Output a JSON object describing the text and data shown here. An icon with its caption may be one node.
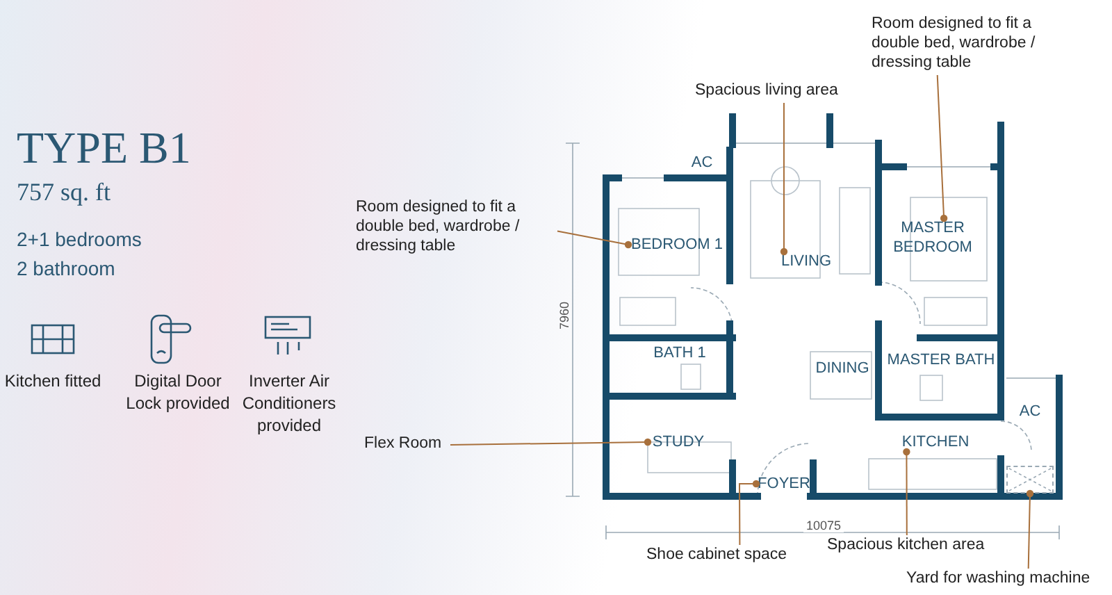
{
  "diagram": {
    "title": "TYPE B1",
    "nodes": [
      {
        "text": [
          "Room designed to fit a double bed, wardrobe / dressing table"
        ]
      },
      {
        "text": [
          "Spacious living area"
        ]
      },
      {
        "text": [
          "Room designed to fit a double bed, wardrobe / dressing table"
        ]
      },
      {
        "text": [
          "AC"
        ]
      },
      {
        "text": [
          "BEDROOM 1"
        ]
      },
      {
        "text": [
          "LIVING"
        ]
      },
      {
        "text": [
          "MASTER BEDROOM"
        ]
      },
      {
        "text": [
          "BATH 1"
        ]
      },
      {
        "text": [
          "DINING"
        ]
      },
      {
        "text": [
          "MASTER BATH"
        ]
      },
      {
        "text": [
          "AC"
        ]
      },
      {
        "text": [
          "STUDY"
        ]
      },
      {
        "text": [
          "KITCHEN"
        ]
      },
      {
        "text": [
          "FOYER"
        ]
      },
      {
        "text": [],
        "shape": "box"
      },
      {
        "text": [
          "Flex Room"
        ]
      },
      {
        "text": [
          "Shoe cabinet space"
        ]
      },
      {
        "text": [
          "Spacious kitchen area"
        ]
      },
      {
        "text": [
          "Yard for washing machine"
        ]
      }
    ],
    "edges": [
      {
        "from": 0,
        "to": 4,
        "arrow": "other"
      },
      {
        "from": 1,
        "to": 5,
        "arrow": "other"
      },
      {
        "from": 2,
        "to": 6,
        "arrow": "other"
      },
      {
        "from": 15,
        "to": 11,
        "arrow": "other"
      },
      {
        "from": 16,
        "to": 13,
        "arrow": "other"
      },
      {
        "from": 17,
        "to": 12,
        "arrow": "other"
      },
      {
        "from": 18,
        "to": 14,
        "arrow": "other"
      }
    ],
    "labels": [
      "757 sq. ft",
      "2+1 bedrooms",
      "2 bathroom",
      "Kitchen fitted",
      "Digital Door Lock provided",
      "Inverter Air Conditioners provided",
      "7960",
      "10075"
    ]
  }
}
